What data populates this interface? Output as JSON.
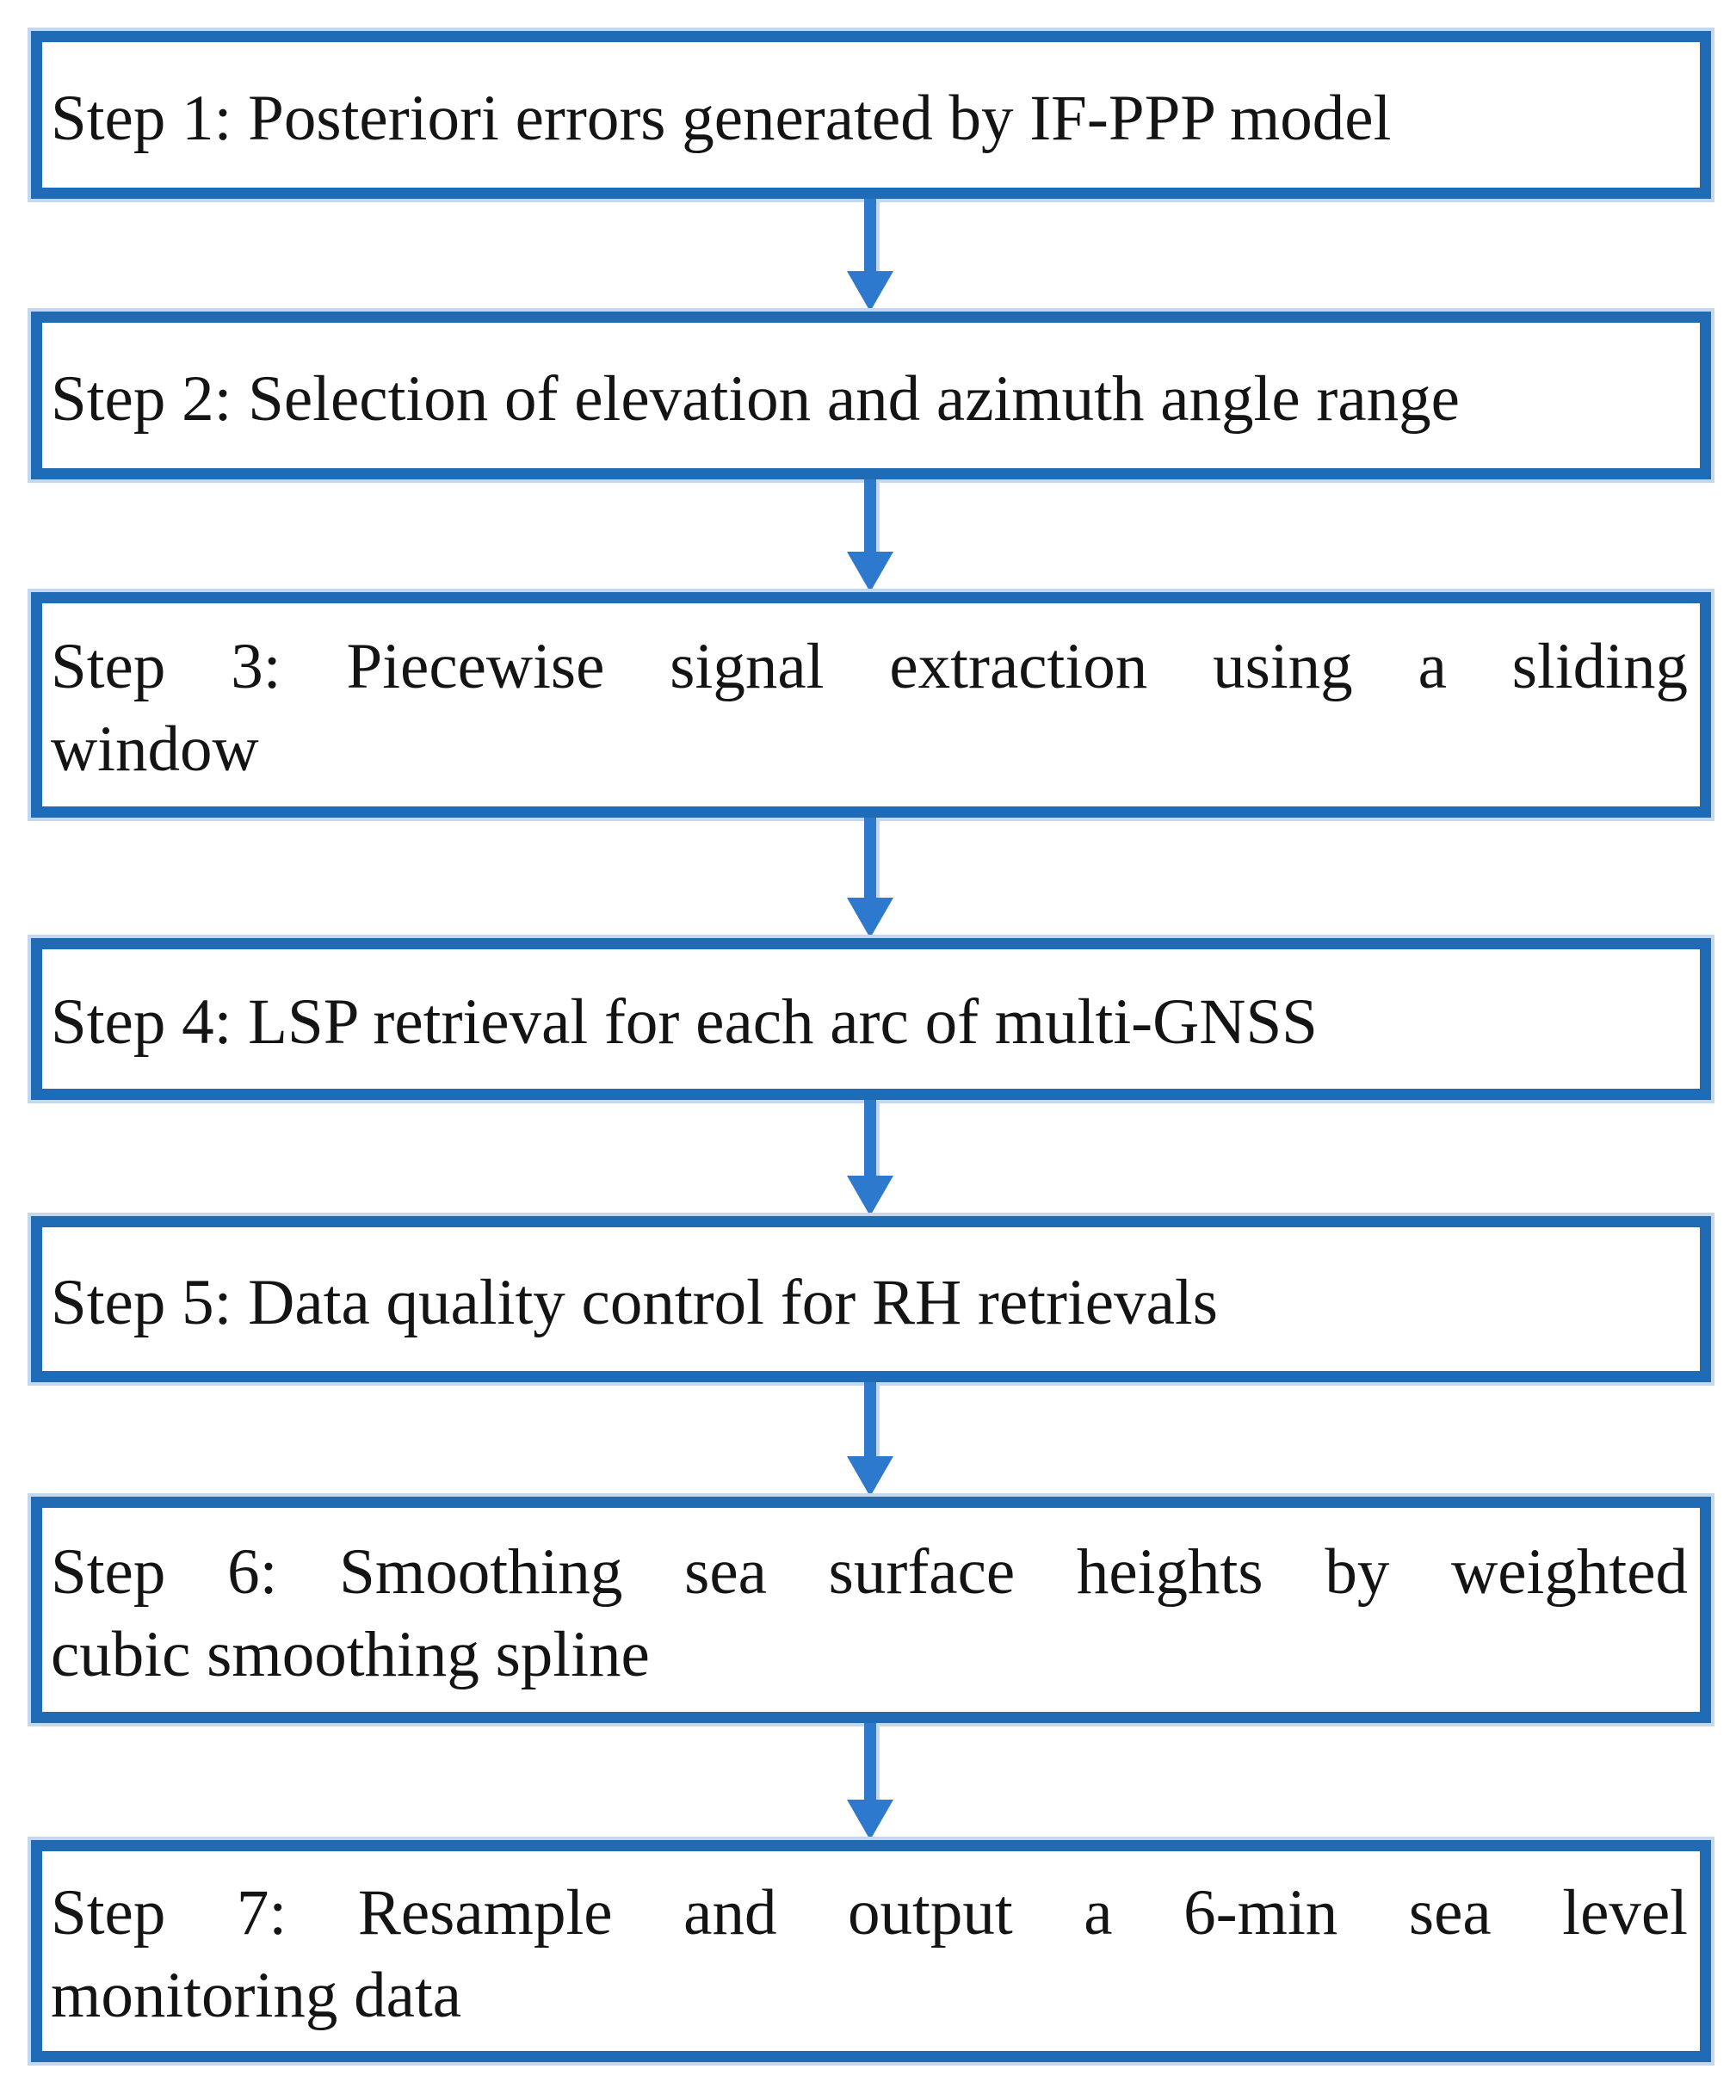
{
  "figure": {
    "type": "flowchart",
    "direction": "top-down",
    "description": "Seven-step processing flowchart connected by downward arrows"
  },
  "colors": {
    "box-border": "#1F6BB5",
    "arrow": "#2C79CE",
    "halo": "#C3D7EE",
    "text": "#141414",
    "box-bg": "#FFFFFF",
    "page-bg": "#FFFFFF"
  },
  "steps": [
    {
      "id": 1,
      "lines": [
        "Step 1: Posteriori errors generated by IF-PPP model"
      ]
    },
    {
      "id": 2,
      "lines": [
        "Step 2: Selection of elevation and azimuth angle range"
      ]
    },
    {
      "id": 3,
      "lines": [
        "Step 3: Piecewise signal extraction using a sliding",
        "window"
      ]
    },
    {
      "id": 4,
      "lines": [
        "Step 4: LSP retrieval for each arc of multi-GNSS"
      ]
    },
    {
      "id": 5,
      "lines": [
        "Step 5: Data quality control for RH retrievals"
      ]
    },
    {
      "id": 6,
      "lines": [
        "Step 6: Smoothing sea surface heights by weighted",
        "cubic smoothing spline"
      ]
    },
    {
      "id": 7,
      "lines": [
        "Step 7: Resample and output a 6-min sea level",
        "monitoring data"
      ]
    }
  ]
}
